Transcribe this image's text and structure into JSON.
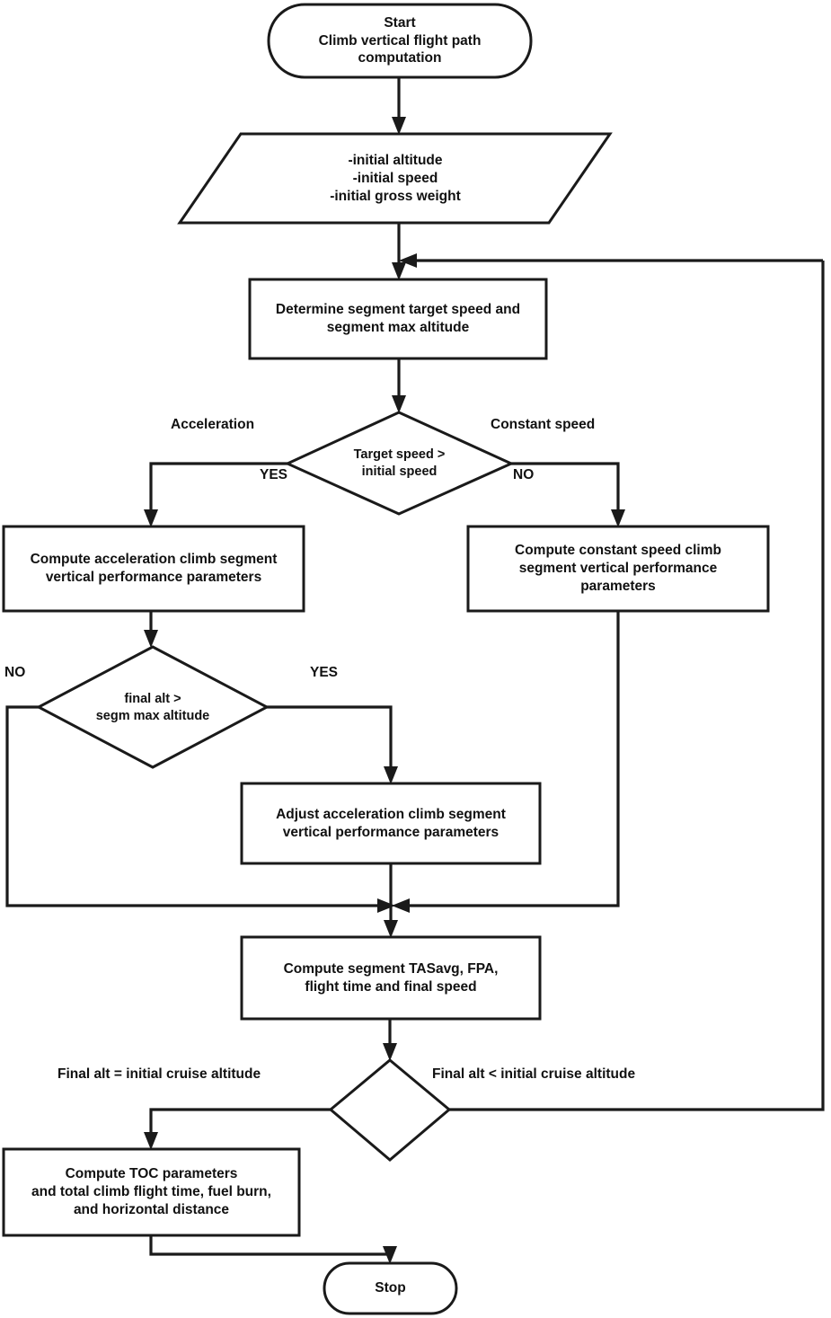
{
  "diagram": {
    "title": "Climb vertical flight path computation flowchart",
    "type": "flowchart",
    "colors": {
      "stroke": "#1a1a1a",
      "fill": "#ffffff",
      "text": "#111111"
    },
    "nodes": [
      {
        "id": "start",
        "shape": "terminator",
        "text": "Start\nClimb vertical flight path\ncomputation"
      },
      {
        "id": "inputs",
        "shape": "parallelogram",
        "text": "-initial altitude\n-initial speed\n-initial gross weight"
      },
      {
        "id": "determine-segment",
        "shape": "process",
        "text": "Determine segment target speed and\nsegment max altitude"
      },
      {
        "id": "decision-target-speed",
        "shape": "decision",
        "text": "Target speed >\ninitial speed"
      },
      {
        "id": "compute-acceleration",
        "shape": "process",
        "text": "Compute acceleration climb segment\nvertical performance parameters"
      },
      {
        "id": "compute-constant-speed",
        "shape": "process",
        "text": "Compute constant speed climb\nsegment vertical performance\nparameters"
      },
      {
        "id": "decision-final-alt",
        "shape": "decision",
        "text": "final alt >\nsegm max altitude"
      },
      {
        "id": "adjust-acceleration",
        "shape": "process",
        "text": "Adjust  acceleration climb segment\nvertical performance parameters"
      },
      {
        "id": "compute-tasavg",
        "shape": "process",
        "text": "Compute segment TASavg, FPA,\nflight time and final speed"
      },
      {
        "id": "decision-cruise-alt",
        "shape": "decision",
        "text": ""
      },
      {
        "id": "compute-toc",
        "shape": "process",
        "text": "Compute TOC parameters\nand total climb flight time, fuel burn,\nand horizontal distance"
      },
      {
        "id": "stop",
        "shape": "terminator",
        "text": "Stop"
      }
    ],
    "edge_labels": [
      {
        "id": "label-acceleration",
        "text": "Acceleration"
      },
      {
        "id": "label-constant-speed",
        "text": "Constant speed"
      },
      {
        "id": "label-yes-target-speed",
        "text": "YES"
      },
      {
        "id": "label-no-target-speed",
        "text": "NO"
      },
      {
        "id": "label-no-final-alt",
        "text": "NO"
      },
      {
        "id": "label-yes-final-alt",
        "text": "YES"
      },
      {
        "id": "label-final-alt-equal",
        "text": "Final alt = initial cruise altitude"
      },
      {
        "id": "label-final-alt-less",
        "text": "Final alt < initial cruise altitude"
      }
    ]
  }
}
